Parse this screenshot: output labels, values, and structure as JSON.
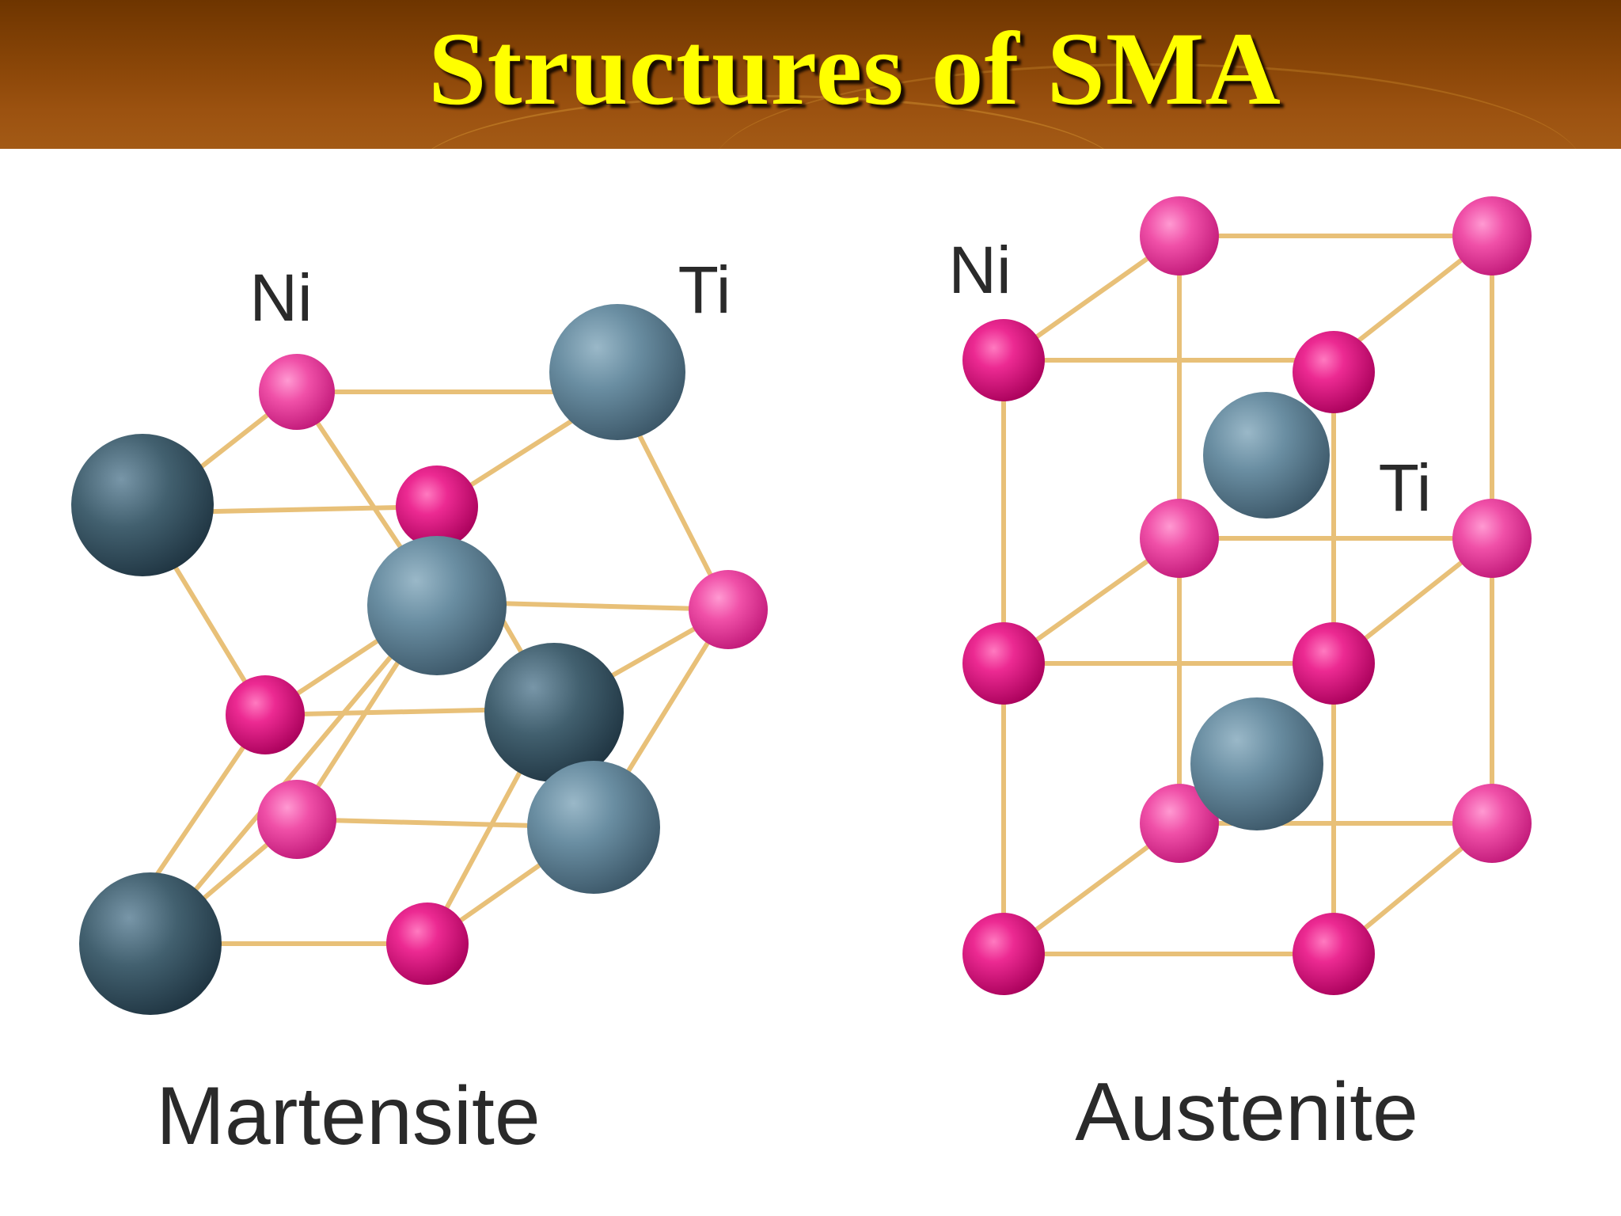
{
  "slide": {
    "title": "Structures of SMA"
  },
  "martensite": {
    "caption": "Martensite",
    "label_ni": "Ni",
    "label_ti": "Ti"
  },
  "austenite": {
    "caption": "Austenite",
    "label_ni": "Ni",
    "label_ti": "Ti"
  },
  "colors": {
    "title_text": "#ffff00",
    "title_bar": "#8a4608",
    "bond": "#e8c078",
    "ni_atom": "#e0157e",
    "ti_atom": "#5e7f92"
  }
}
